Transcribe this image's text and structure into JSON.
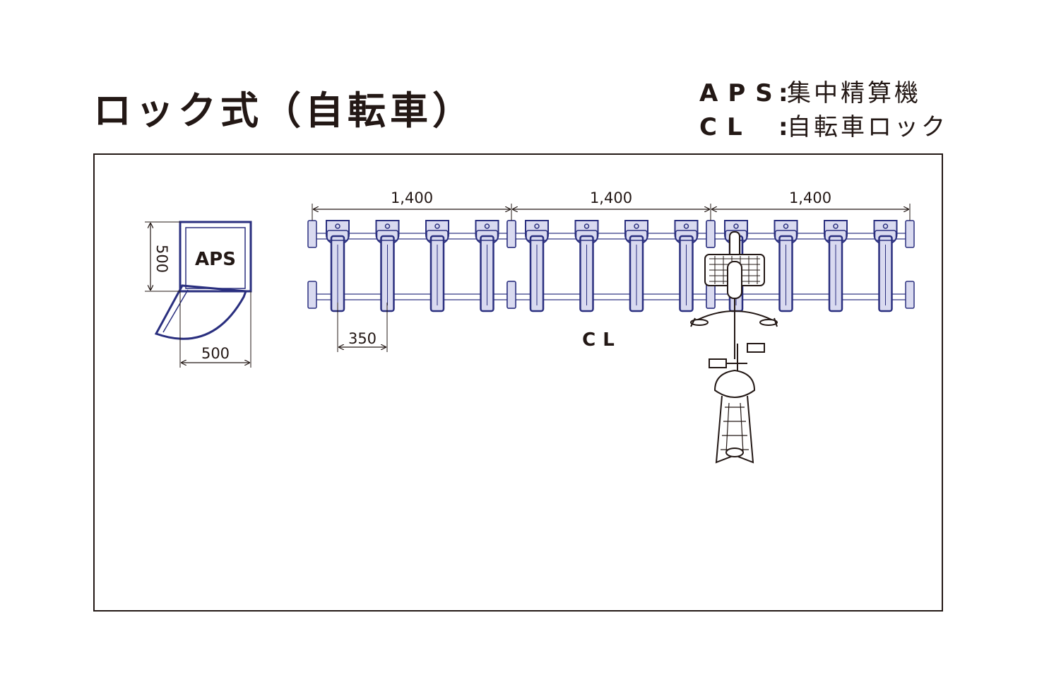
{
  "title": "ロック式（自転車）",
  "legend": [
    {
      "abbr": "APS",
      "sep": ":",
      "desc": "集中精算機"
    },
    {
      "abbr": "CL",
      "sep": ":",
      "desc": "自転車ロック"
    }
  ],
  "aps": {
    "label": "APS",
    "depth_dim": "500",
    "width_dim": "500"
  },
  "rack": {
    "section_dims": [
      "1,400",
      "1,400",
      "1,400"
    ],
    "pitch_dim": "350",
    "label": "CL",
    "slots_per_section": 4,
    "sections": 3
  },
  "colors": {
    "line": "#231815",
    "equipment": "#2a2f7f",
    "equipment_fill": "#d9daf0"
  }
}
